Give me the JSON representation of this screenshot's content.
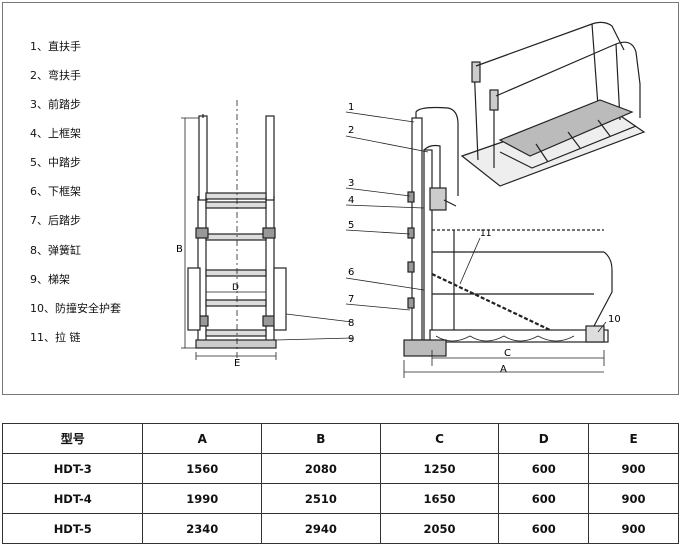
{
  "legend": [
    {
      "num": "1、",
      "name": "直扶手"
    },
    {
      "num": "2、",
      "name": "弯扶手"
    },
    {
      "num": "3、",
      "name": "前踏步"
    },
    {
      "num": "4、",
      "name": "上框架"
    },
    {
      "num": "5、",
      "name": "中踏步"
    },
    {
      "num": "6、",
      "name": "下框架"
    },
    {
      "num": "7、",
      "name": "后踏步"
    },
    {
      "num": "8、",
      "name": "弹簧缸"
    },
    {
      "num": "9、",
      "name": "梯架"
    },
    {
      "num": "10、",
      "name": "防撞安全护套"
    },
    {
      "num": "11、",
      "name": "拉 链"
    }
  ],
  "callouts": [
    "1",
    "2",
    "3",
    "4",
    "5",
    "6",
    "7",
    "8",
    "9",
    "10",
    "11"
  ],
  "dimensions": {
    "A": "A",
    "B": "B",
    "C": "C",
    "D": "D",
    "E": "E"
  },
  "table": {
    "headers": [
      "型号",
      "A",
      "B",
      "C",
      "D",
      "E"
    ],
    "rows": [
      [
        "HDT-3",
        "1560",
        "2080",
        "1250",
        "600",
        "900"
      ],
      [
        "HDT-4",
        "1990",
        "2510",
        "1650",
        "600",
        "900"
      ],
      [
        "HDT-5",
        "2340",
        "2940",
        "2050",
        "600",
        "900"
      ]
    ]
  }
}
